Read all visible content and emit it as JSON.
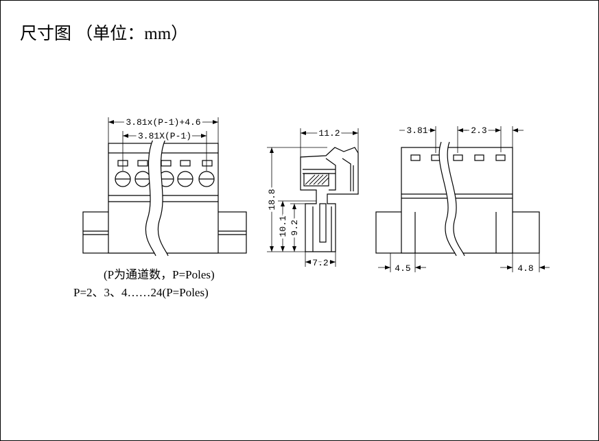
{
  "title": "尺寸图 （单位：mm）",
  "notes": {
    "line1": "(P为通道数，P=Poles)",
    "line2": "P=2、3、4……24(P=Poles)"
  },
  "front_view": {
    "dim_overall": "3.81x(P-1)+4.6",
    "dim_pitch_span": "3.81X(P-1)"
  },
  "side_view": {
    "dim_depth": "11.2",
    "dim_height": "18.8",
    "dim_pin_height": "10.1",
    "dim_pin_length": "9.2",
    "dim_base": "7.2"
  },
  "rear_view": {
    "dim_pitch": "3.81",
    "dim_flange_offset": "2.3",
    "dim_left_ear": "4.5",
    "dim_right_ear": "4.8"
  },
  "colors": {
    "line": "#000000",
    "background": "#ffffff"
  }
}
